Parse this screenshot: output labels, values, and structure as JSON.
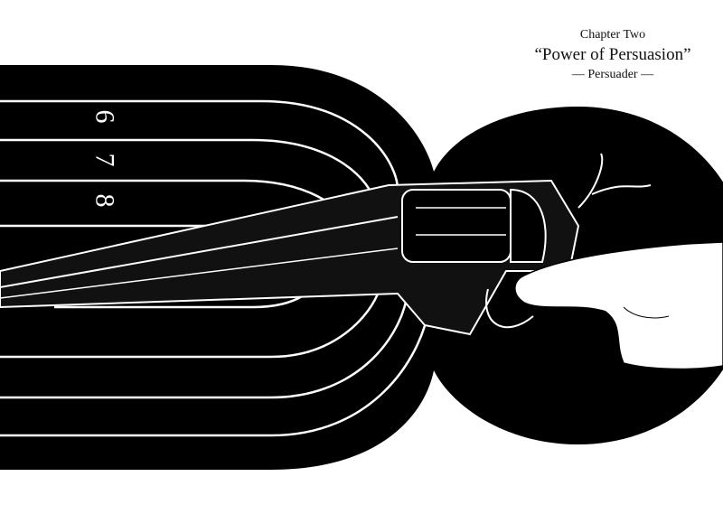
{
  "header": {
    "chapter": "Chapter Two",
    "title": "“Power of Persuasion”",
    "subtitle": "— Persuader —"
  },
  "target": {
    "ring_numbers": [
      "6",
      "7",
      "8"
    ]
  },
  "colors": {
    "ink": "#000000",
    "paper": "#ffffff"
  }
}
